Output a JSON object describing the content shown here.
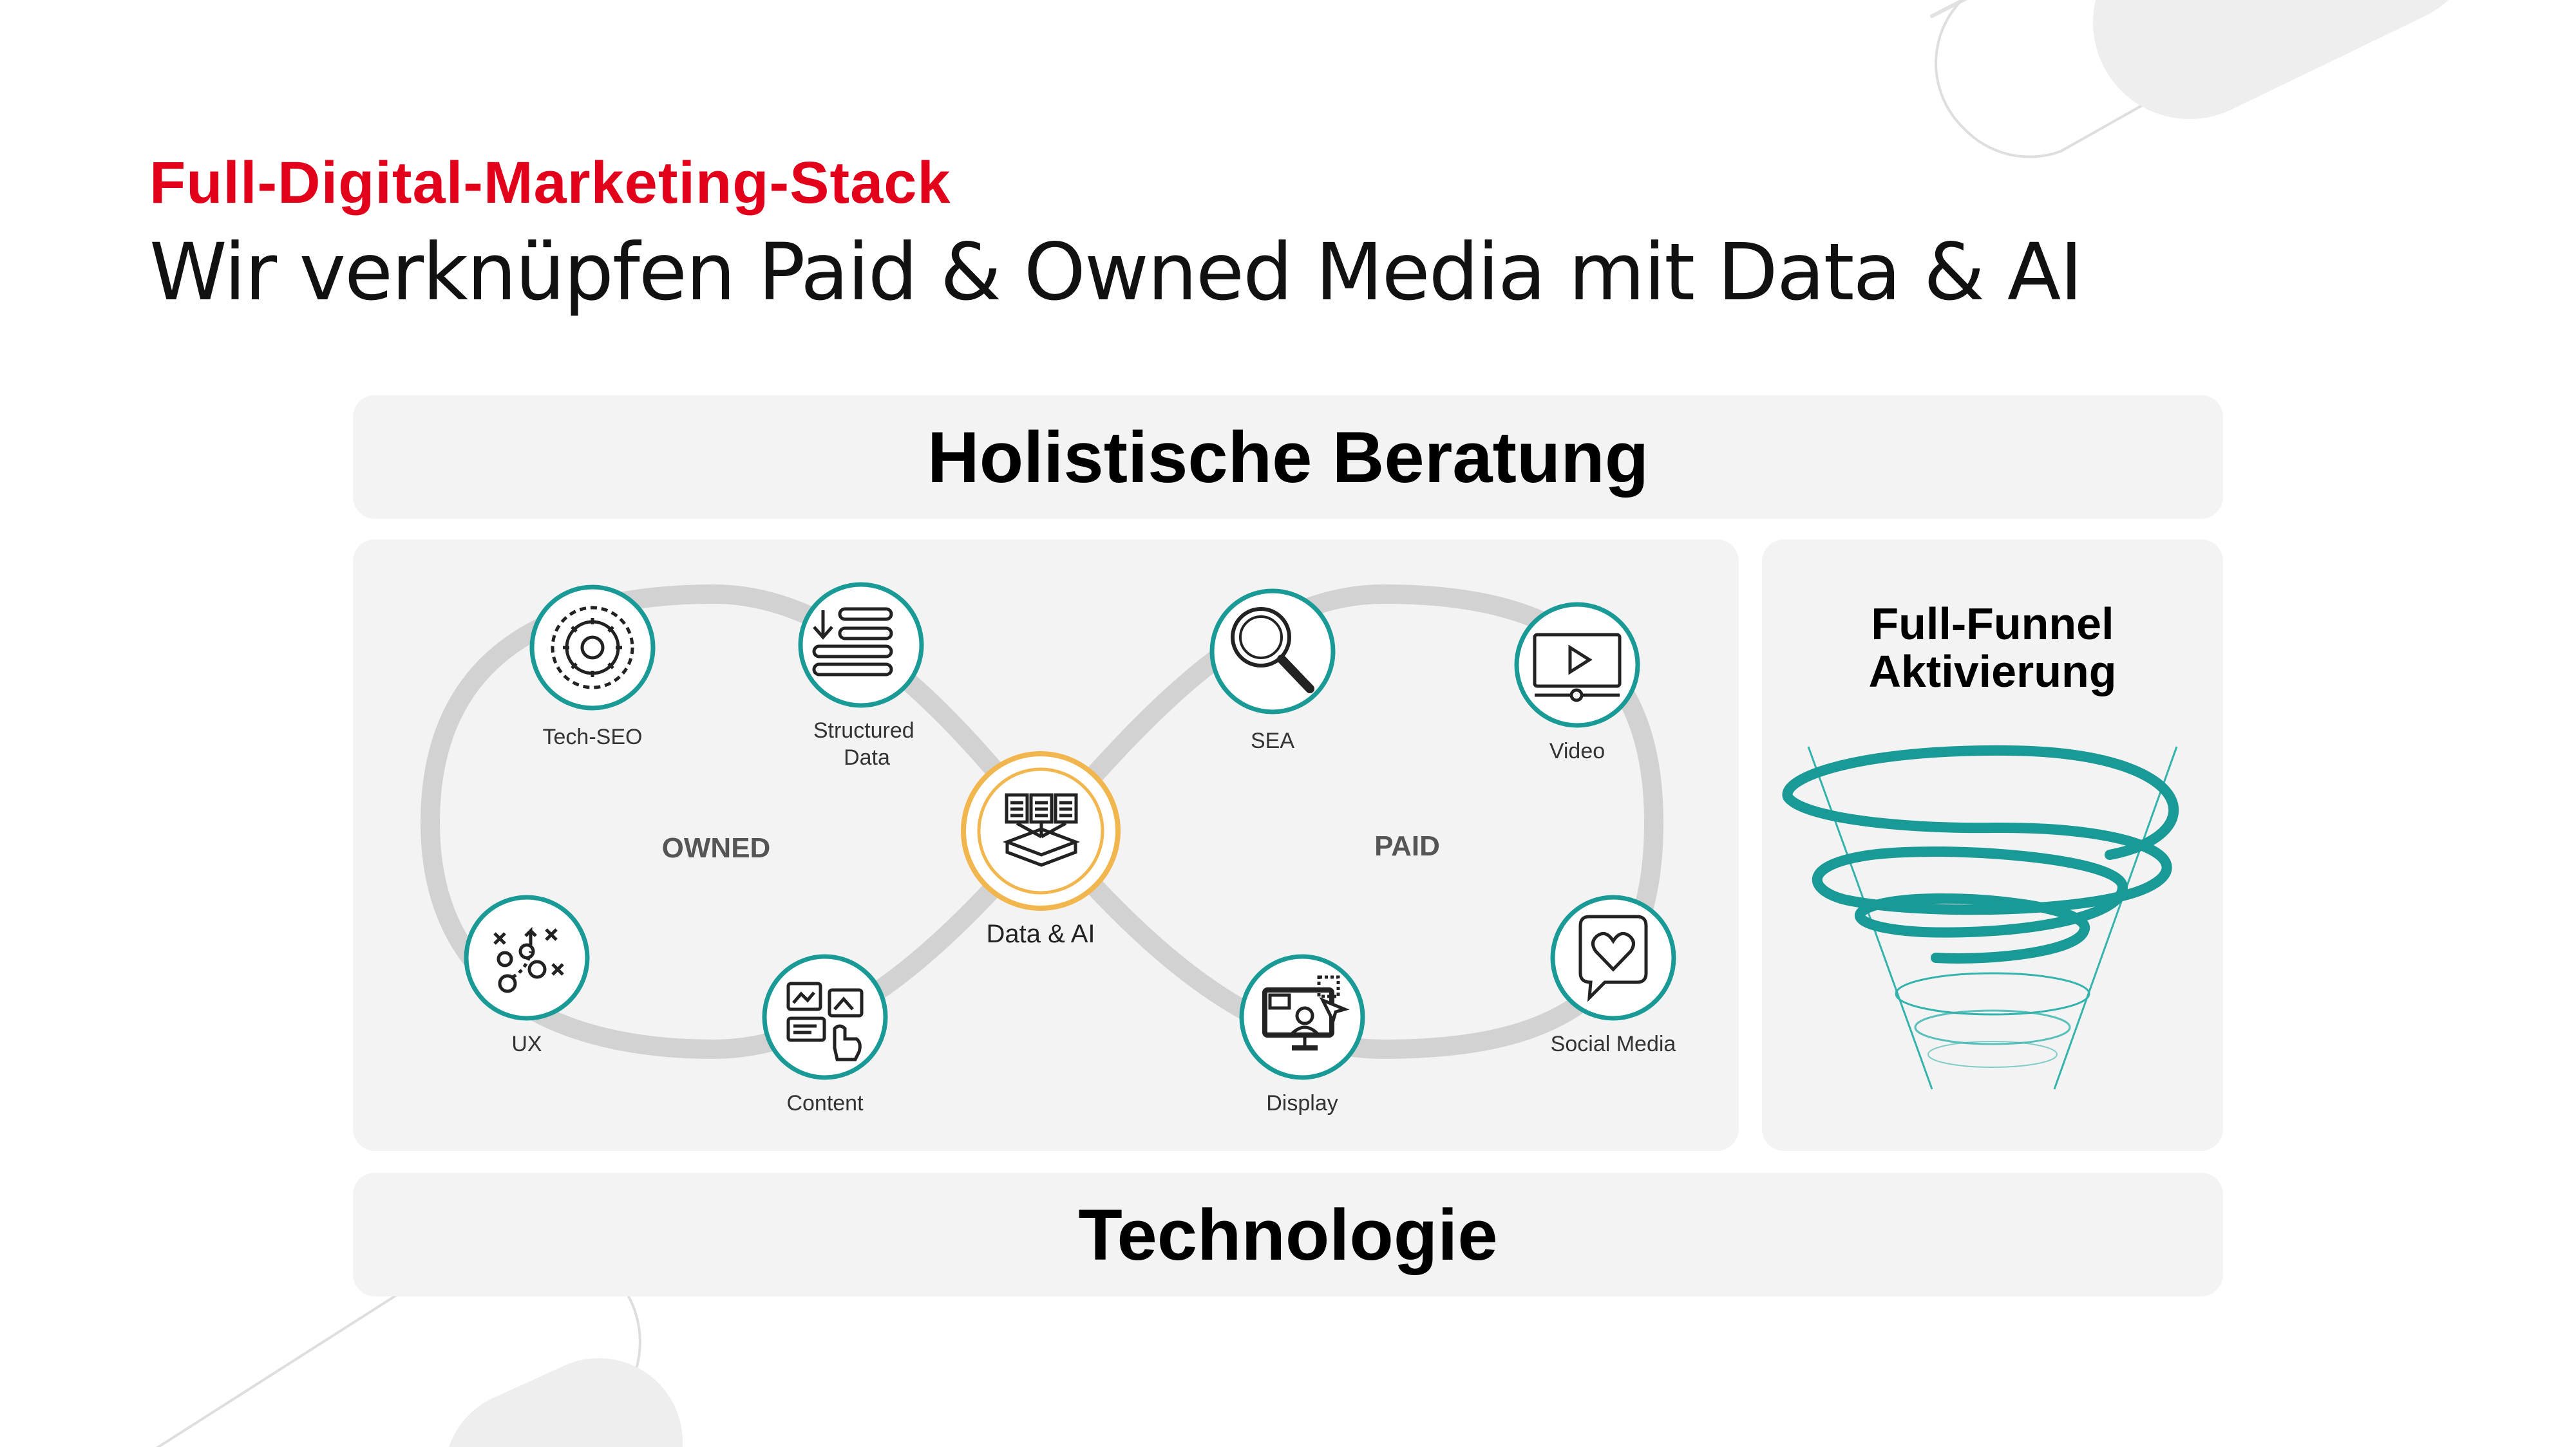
{
  "header": {
    "kicker": "Full-Digital-Marketing-Stack",
    "headline": "Wir verknüpfen Paid & Owned Media mit Data & AI"
  },
  "top_band": {
    "label": "Holistische Beratung"
  },
  "bottom_band": {
    "label": "Technologie"
  },
  "loop": {
    "owned_label": "OWNED",
    "paid_label": "PAID",
    "center": {
      "label": "Data & AI",
      "icon": "data-ai-icon"
    },
    "nodes": [
      {
        "id": "tech-seo",
        "label_lines": [
          "Tech-SEO"
        ],
        "icon": "gear-icon"
      },
      {
        "id": "structured-data",
        "label_lines": [
          "Structured",
          "Data"
        ],
        "icon": "structured-data-icon"
      },
      {
        "id": "ux",
        "label_lines": [
          "UX"
        ],
        "icon": "ux-strategy-icon"
      },
      {
        "id": "content",
        "label_lines": [
          "Content"
        ],
        "icon": "content-icon"
      },
      {
        "id": "sea",
        "label_lines": [
          "SEA"
        ],
        "icon": "magnifier-icon"
      },
      {
        "id": "video",
        "label_lines": [
          "Video"
        ],
        "icon": "video-play-icon"
      },
      {
        "id": "display",
        "label_lines": [
          "Display"
        ],
        "icon": "display-ad-icon"
      },
      {
        "id": "social-media",
        "label_lines": [
          "Social Media"
        ],
        "icon": "heart-chat-icon"
      }
    ]
  },
  "funnel": {
    "title_lines": [
      "Full-Funnel",
      "Aktivierung"
    ],
    "icon": "funnel-spiral-icon"
  },
  "colors": {
    "accent_red": "#e2001a",
    "teal": "#1a9a96",
    "orange": "#f2b64e",
    "panel_bg": "#f3f3f3",
    "loop_gray": "#d2d2d2"
  }
}
